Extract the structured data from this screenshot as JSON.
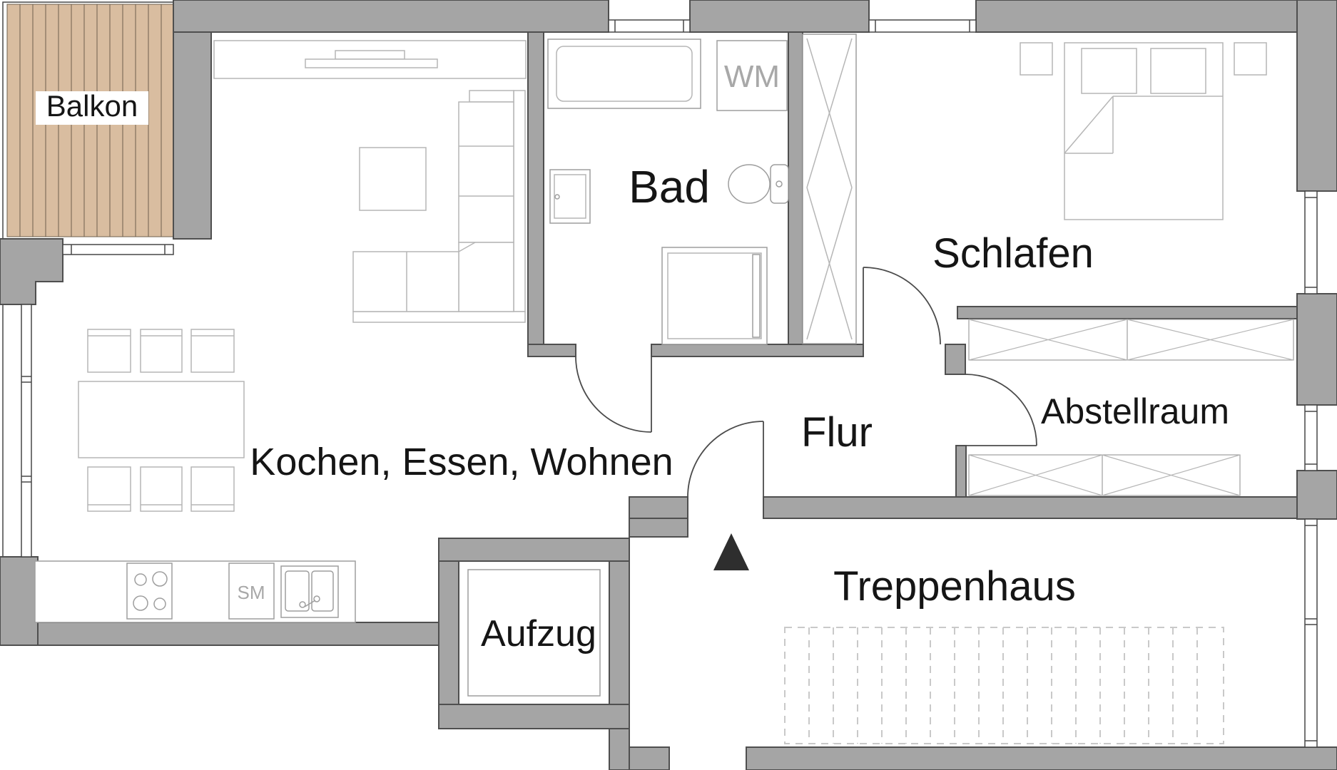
{
  "labels": {
    "balcony": "Balkon",
    "bathroom": "Bad",
    "washing_machine": "WM",
    "bedroom": "Schlafen",
    "storage": "Abstellraum",
    "hallway": "Flur",
    "living": "Kochen, Essen, Wohnen",
    "elevator": "Aufzug",
    "stairwell": "Treppenhaus",
    "dishwasher": "SM"
  },
  "colors": {
    "background": "#ffffff",
    "wall_fill": "#a5a5a5",
    "wall_stroke": "#4f4f4f",
    "deck_fill": "#d9bda0",
    "deck_line": "#6e604e",
    "furniture_line": "#b6b6b6",
    "fixture_line": "#9e9e9e",
    "window_line": "#474747",
    "door_line": "#4b4b4b",
    "stair_dash": "#c9c9c9",
    "arrow": "#2e2e2e",
    "label_color": "#151515",
    "appliance_label_color": "#a8a8a8"
  }
}
